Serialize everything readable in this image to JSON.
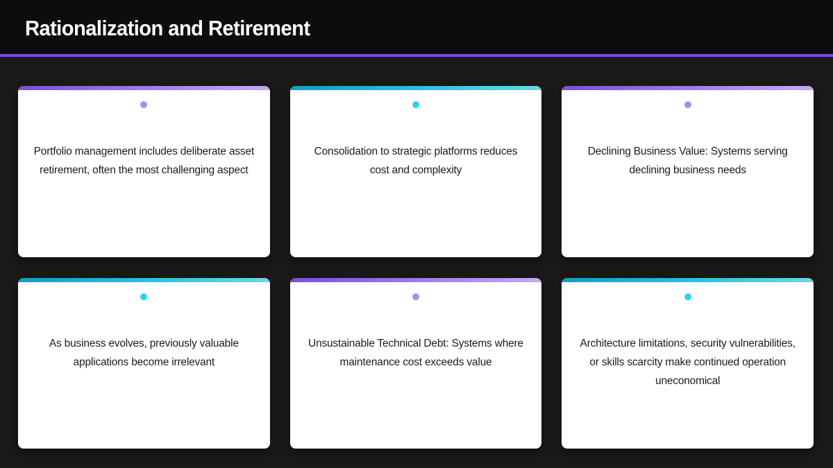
{
  "header": {
    "title": "Rationalization and Retirement",
    "rule_color": "#7c4ddb",
    "background": "#0d0d0d"
  },
  "theme": {
    "page_background": "#1a1a1a",
    "card_background": "#ffffff",
    "text_color": "#1c1c1e",
    "accent_purple": "#7c4ddb",
    "accent_purple_light": "#c3aaf4",
    "accent_purple_dot": "#a78bfa",
    "accent_teal": "#0f9fc4",
    "accent_teal_light": "#6ad7e8",
    "accent_teal_dot": "#2dd4e8"
  },
  "cards": [
    {
      "accent": "purple",
      "dot_name": "bullet-dot-purple",
      "text": "Portfolio management includes deliberate asset retirement, often the most challenging aspect"
    },
    {
      "accent": "teal",
      "dot_name": "bullet-dot-teal",
      "text": "Consolidation to strategic platforms reduces cost and complexity"
    },
    {
      "accent": "purple",
      "dot_name": "bullet-dot-purple",
      "text": "Declining Business Value: Systems serving declining business needs"
    },
    {
      "accent": "teal",
      "dot_name": "bullet-dot-teal",
      "text": "As business evolves, previously valuable applications become irrelevant"
    },
    {
      "accent": "purple",
      "dot_name": "bullet-dot-purple",
      "text": "Unsustainable Technical Debt: Systems where maintenance cost exceeds value"
    },
    {
      "accent": "teal",
      "dot_name": "bullet-dot-teal",
      "text": "Architecture limitations, security vulnerabilities, or skills scarcity make continued operation uneconomical"
    }
  ]
}
